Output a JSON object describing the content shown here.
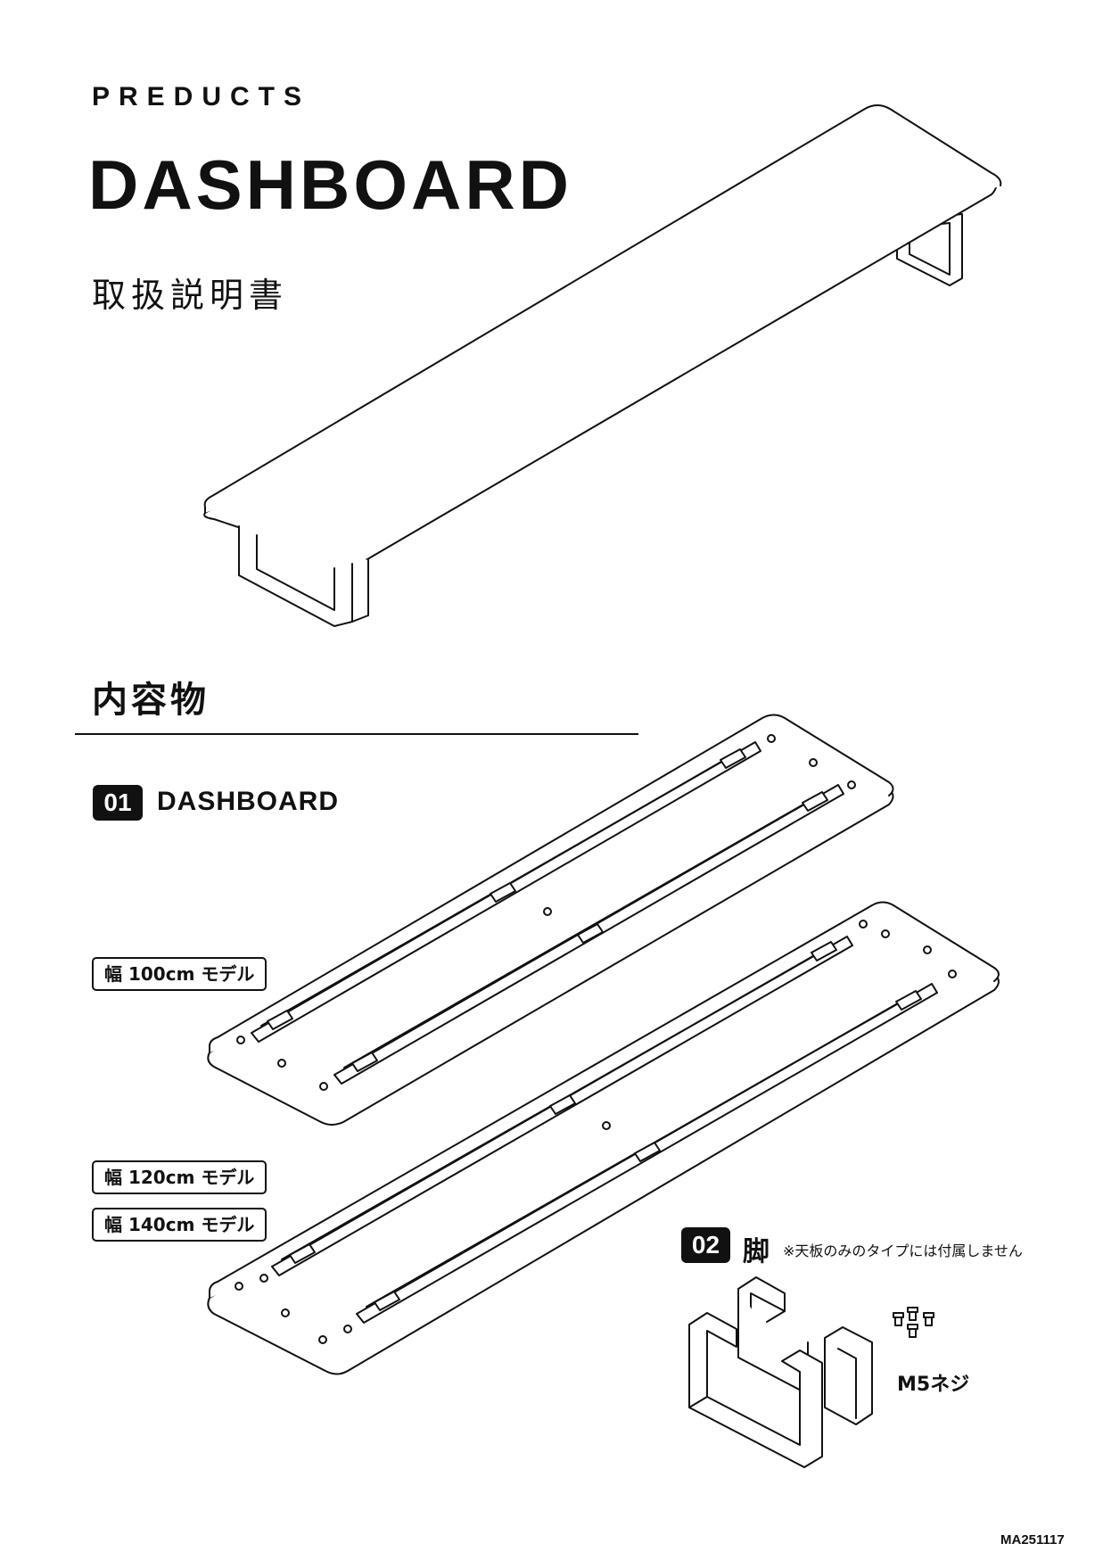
{
  "header": {
    "brand": "PREDUCTS",
    "product_name": "DASHBOARD",
    "document_type": "取扱説明書"
  },
  "contents": {
    "section_title": "内容物",
    "items": [
      {
        "number": "01",
        "name": "DASHBOARD"
      },
      {
        "number": "02",
        "name": "脚",
        "note": "※天板のみのタイプには付属しません"
      }
    ],
    "model_tags": [
      "幅 100cm モデル",
      "幅 120cm モデル",
      "幅 140cm モデル"
    ],
    "screw_label": "M5ネジ"
  },
  "footer": {
    "document_code": "MA251117"
  }
}
